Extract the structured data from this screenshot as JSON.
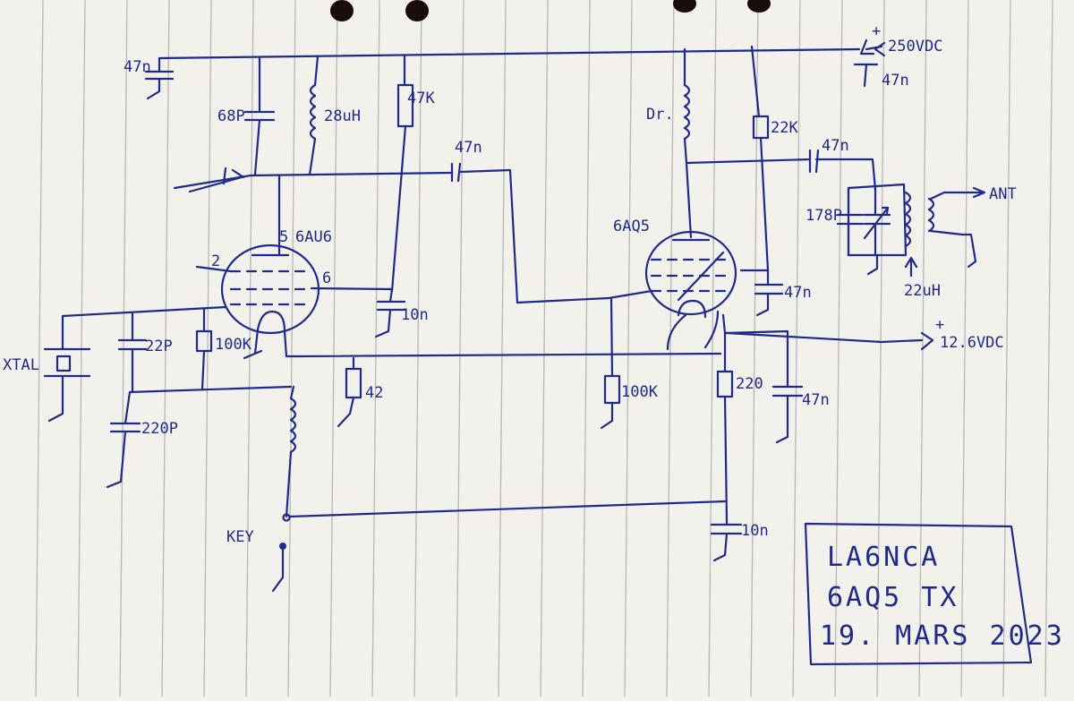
{
  "colors": {
    "paper": "#f2f1ec",
    "ink": "#1f2a8a",
    "rule": "#b7b7b3",
    "hole": "#1a0c08"
  },
  "labels": {
    "c_top_left": "47n",
    "c_68p": "68P",
    "l_28uh": "28uH",
    "r_47k": "47K",
    "c_coupling": "47n",
    "tube1": "6AU6",
    "tube1_pin5": "5",
    "tube1_pin2": "2",
    "tube1_pin6": "6",
    "c_10n_screen": "10n",
    "xtal": "XTAL",
    "c_22p": "22P",
    "r_100k_grid1": "100K",
    "r_42": "42",
    "c_220p": "220P",
    "key": "KEY",
    "choke_dr": "Dr.",
    "r_22k": "22K",
    "c_47n_out": "47n",
    "b_plus": "250VDC",
    "b_plus_sign": "+",
    "c_47n_supply": "47n",
    "tube2": "6AQ5",
    "c_178p": "178P",
    "ant": "ANT",
    "l_22uh": "22uH",
    "c_47n_screen2": "47n",
    "heater_supply": "12.6VDC",
    "heater_sign": "+",
    "r_100k_grid2": "100K",
    "r_220": "220",
    "c_47n_cathode": "47n",
    "c_10n_key": "10n"
  },
  "title_box": {
    "line1": "LA6NCA",
    "line2": "6AQ5 TX",
    "line3": "19. MARS 2023"
  }
}
